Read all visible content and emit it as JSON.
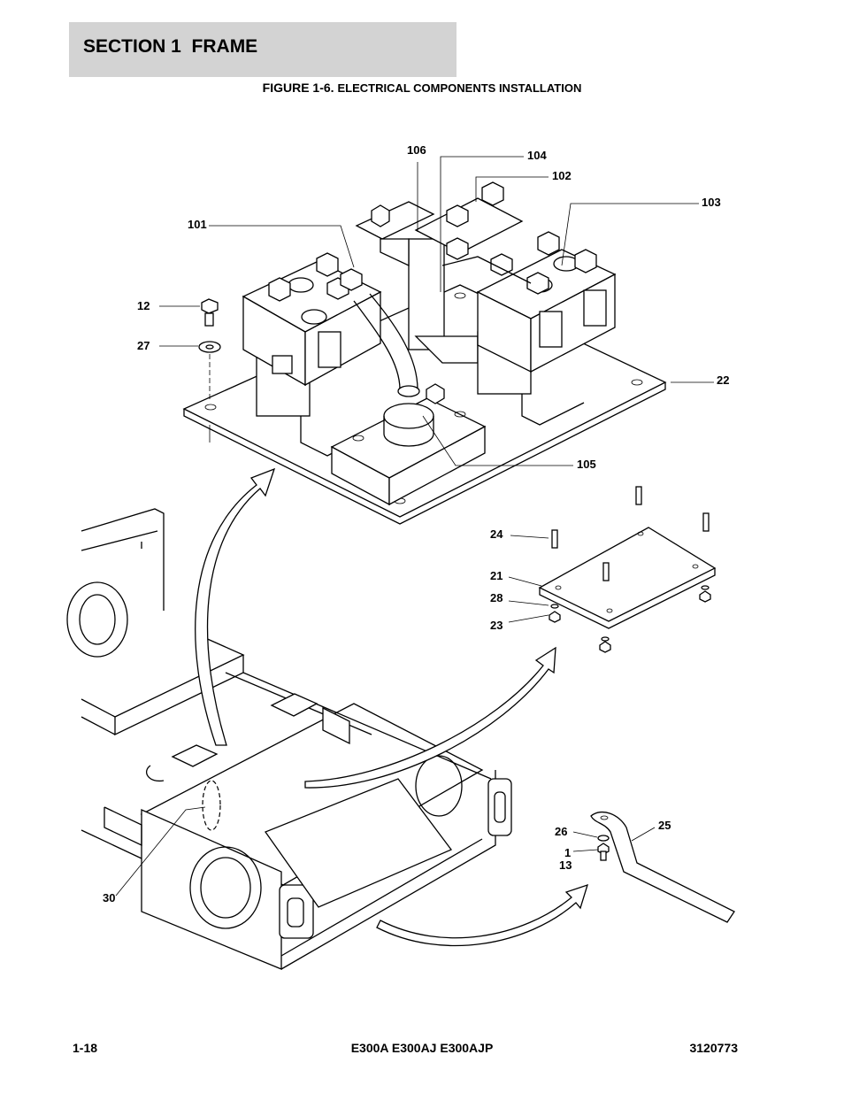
{
  "header": {
    "section": "SECTION 1",
    "title": "FRAME"
  },
  "figure": {
    "number": "FIGURE 1-6.",
    "title": "ELECTRICAL COMPONENTS INSTALLATION"
  },
  "callouts": [
    {
      "id": "c106",
      "label": "106"
    },
    {
      "id": "c104",
      "label": "104"
    },
    {
      "id": "c102",
      "label": "102"
    },
    {
      "id": "c103",
      "label": "103"
    },
    {
      "id": "c101",
      "label": "101"
    },
    {
      "id": "c12",
      "label": "12"
    },
    {
      "id": "c27",
      "label": "27"
    },
    {
      "id": "c22",
      "label": "22"
    },
    {
      "id": "c105",
      "label": "105"
    },
    {
      "id": "c24",
      "label": "24"
    },
    {
      "id": "c21",
      "label": "21"
    },
    {
      "id": "c28",
      "label": "28"
    },
    {
      "id": "c23",
      "label": "23"
    },
    {
      "id": "c26",
      "label": "26"
    },
    {
      "id": "c25",
      "label": "25"
    },
    {
      "id": "c1",
      "label": "1"
    },
    {
      "id": "c13",
      "label": "13"
    },
    {
      "id": "c30",
      "label": "30"
    }
  ],
  "footer": {
    "page": "1-18",
    "models": "E300A E300AJ E300AJP",
    "doc_number": "3120773"
  }
}
